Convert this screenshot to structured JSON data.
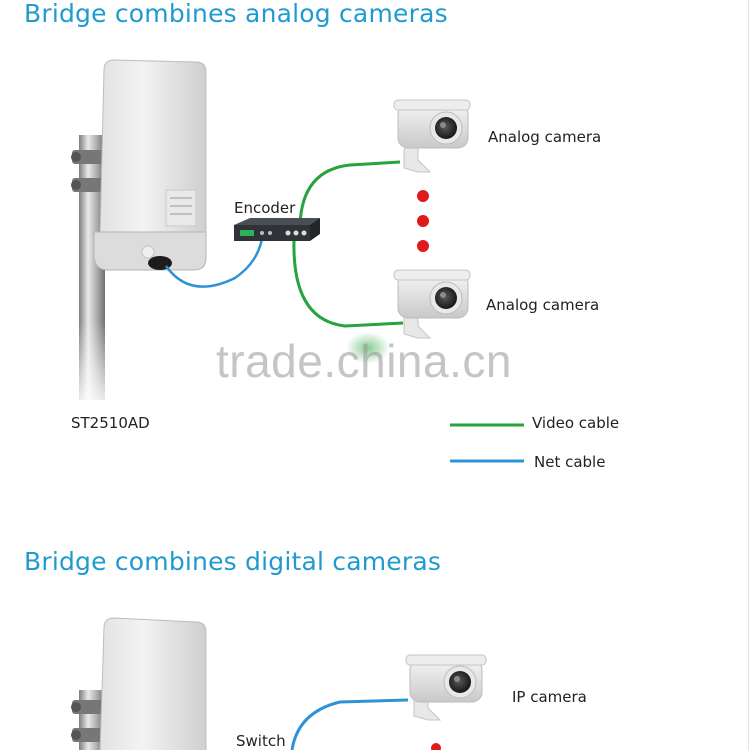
{
  "sections": [
    {
      "title": "Bridge combines analog cameras",
      "device_model": "ST2510AD",
      "encoder_label": "Encoder",
      "cameras": [
        "Analog camera",
        "Analog camera"
      ],
      "legend": [
        {
          "label": "Video cable",
          "color": "#27a33b"
        },
        {
          "label": "Net cable",
          "color": "#2d93d6"
        }
      ]
    },
    {
      "title": "Bridge combines digital cameras",
      "switch_label": "Switch",
      "cameras": [
        "IP camera"
      ]
    }
  ],
  "watermark": "trade.china.cn",
  "colors": {
    "title": "#1f9bd0",
    "video_cable": "#27a33b",
    "net_cable": "#2d93d6",
    "dots": "#e01a1a"
  },
  "icons": [
    "bridge-antenna-icon",
    "pole-icon",
    "encoder-icon",
    "camera-icon",
    "switch-icon"
  ]
}
